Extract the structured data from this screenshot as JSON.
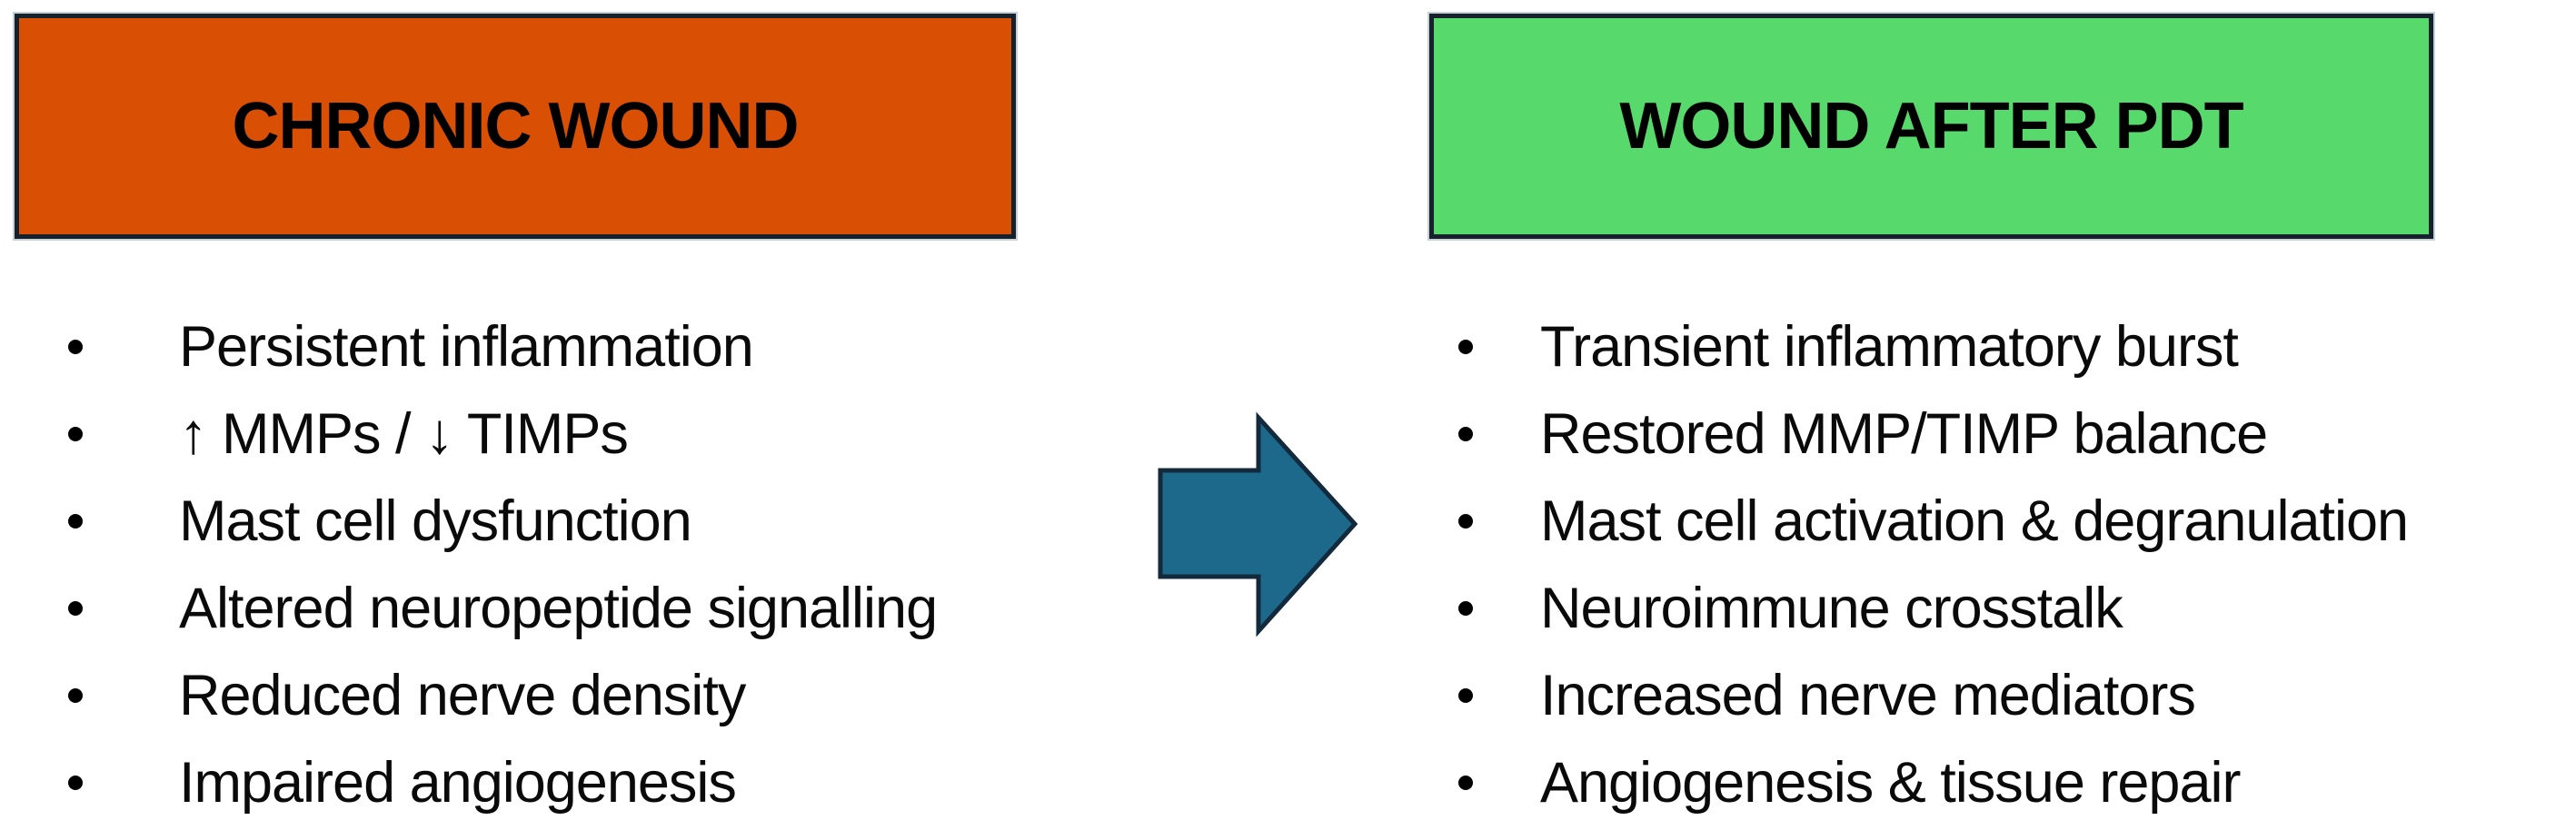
{
  "left_panel": {
    "header": "CHRONIC WOUND",
    "items": [
      "Persistent inflammation",
      "↑ MMPs / ↓ TIMPs",
      "Mast cell dysfunction",
      "Altered neuropeptide signalling",
      "Reduced nerve density",
      "Impaired angiogenesis"
    ]
  },
  "right_panel": {
    "header": "WOUND AFTER PDT",
    "items": [
      "Transient inflammatory burst",
      "Restored MMP/TIMP balance",
      "Mast cell activation & degranulation",
      "Neuroimmune crosstalk",
      "Increased nerve mediators",
      "Angiogenesis & tissue repair"
    ]
  },
  "arrow": {
    "icon": "right-block-arrow",
    "direction": "right"
  },
  "colors": {
    "chronic_box_fill": "#D94F04",
    "pdt_box_fill": "#57D96B",
    "box_border": "#15222E",
    "arrow_fill": "#1D698C",
    "arrow_border": "#122A3C",
    "text": "#000000"
  }
}
